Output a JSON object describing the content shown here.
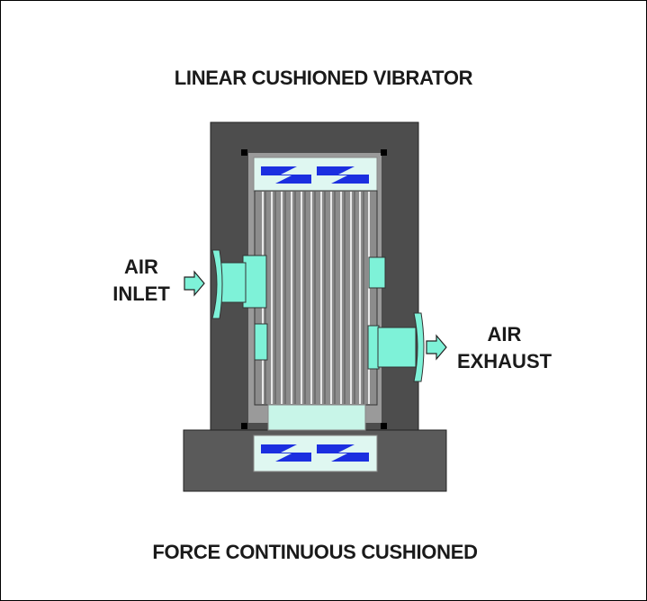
{
  "diagram": {
    "title": "LINEAR CUSHIONED VIBRATOR",
    "caption": "FORCE CONTINUOUS CUSHIONED",
    "inlet_label_line1": "AIR",
    "inlet_label_line2": "INLET",
    "exhaust_label_line1": "AIR",
    "exhaust_label_line2": "EXHAUST"
  },
  "colors": {
    "housing": "#4d4d4d",
    "base": "#5a5a5a",
    "cavity": "#9a9a9a",
    "piston": "#888888",
    "port": "#7ef2d8",
    "spring": "#1b2fe0",
    "outline": "#000000"
  }
}
